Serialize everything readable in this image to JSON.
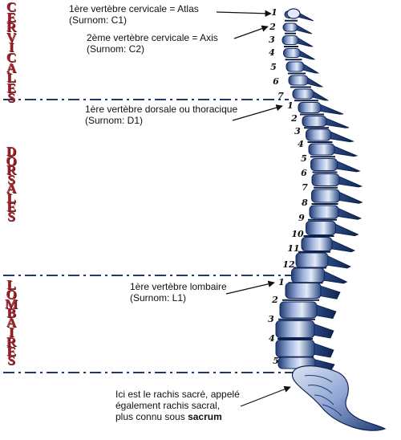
{
  "sections": [
    {
      "name": "CERVICALES",
      "letters": [
        "C",
        "E",
        "R",
        "V",
        "I",
        "C",
        "A",
        "L",
        "E",
        "S"
      ]
    },
    {
      "name": "DORSALES",
      "letters": [
        "D",
        "O",
        "R",
        "S",
        "A",
        "L",
        "E",
        "S"
      ]
    },
    {
      "name": "LOMBAIRES",
      "letters": [
        "L",
        "O",
        "M",
        "B",
        "A",
        "I",
        "R",
        "E",
        "S"
      ]
    }
  ],
  "annotations": {
    "atlas": {
      "line1": "1ère vertèbre cervicale = Atlas",
      "line2": "(Surnom: C1)"
    },
    "axis": {
      "line1": "2ème vertèbre cervicale = Axis",
      "line2": "(Surnom: C2)"
    },
    "dorsal": {
      "line1": "1ère vertèbre dorsale ou thoracique",
      "line2": "(Surnom: D1)"
    },
    "lumbar": {
      "line1": "1ère vertèbre lombaire",
      "line2": "(Surnom: L1)"
    },
    "sacrum": {
      "line1": "Ici est le rachis sacré, appelé",
      "line2": "également rachis sacral,",
      "line3_prefix": "plus connu sous",
      "line3_bold": "sacrum"
    }
  },
  "vertebra_numbers": {
    "cervical": [
      "1",
      "2",
      "3",
      "4",
      "5",
      "6",
      "7"
    ],
    "dorsal": [
      "1",
      "2",
      "3",
      "4",
      "5",
      "6",
      "7",
      "8",
      "9",
      "10",
      "11",
      "12"
    ],
    "lumbar": [
      "1",
      "2",
      "3",
      "4",
      "5"
    ]
  },
  "colors": {
    "section_label": "#a0232a",
    "divider": "#1e3a6e",
    "bone_light": "#c9d6ee",
    "bone_dark": "#1f3b73",
    "text": "#111111"
  }
}
